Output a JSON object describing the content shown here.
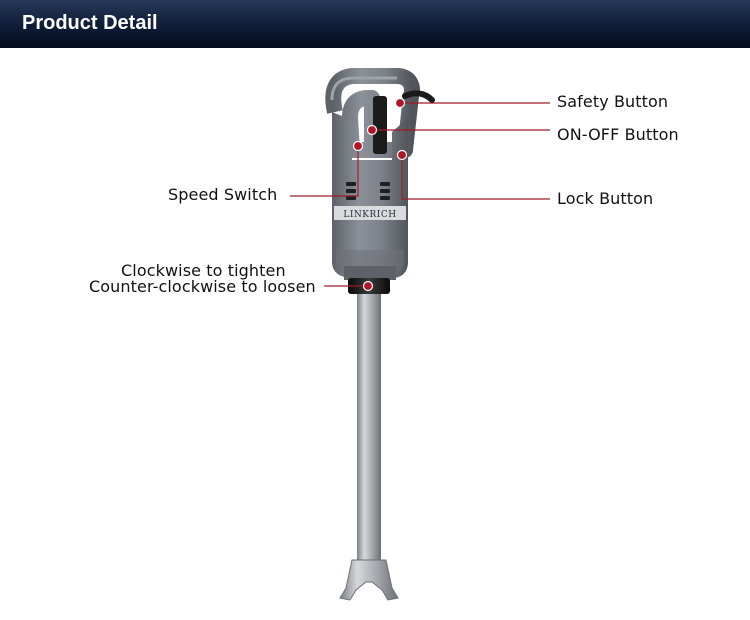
{
  "header": {
    "title": "Product Detail"
  },
  "callouts": {
    "safety": "Safety Button",
    "on_off": "ON-OFF Button",
    "lock": "Lock Button",
    "speed": "Speed Switch",
    "clockwise": "Clockwise to tighten",
    "counter": "Counter-clockwise to loosen"
  },
  "product": {
    "brand": "LINKRICH"
  },
  "colors": {
    "header_dark": "#0e1c36",
    "body_gray": "#7b8088",
    "callout_line": "#a11b2b",
    "shaft_steel": "#b8bbbf"
  }
}
